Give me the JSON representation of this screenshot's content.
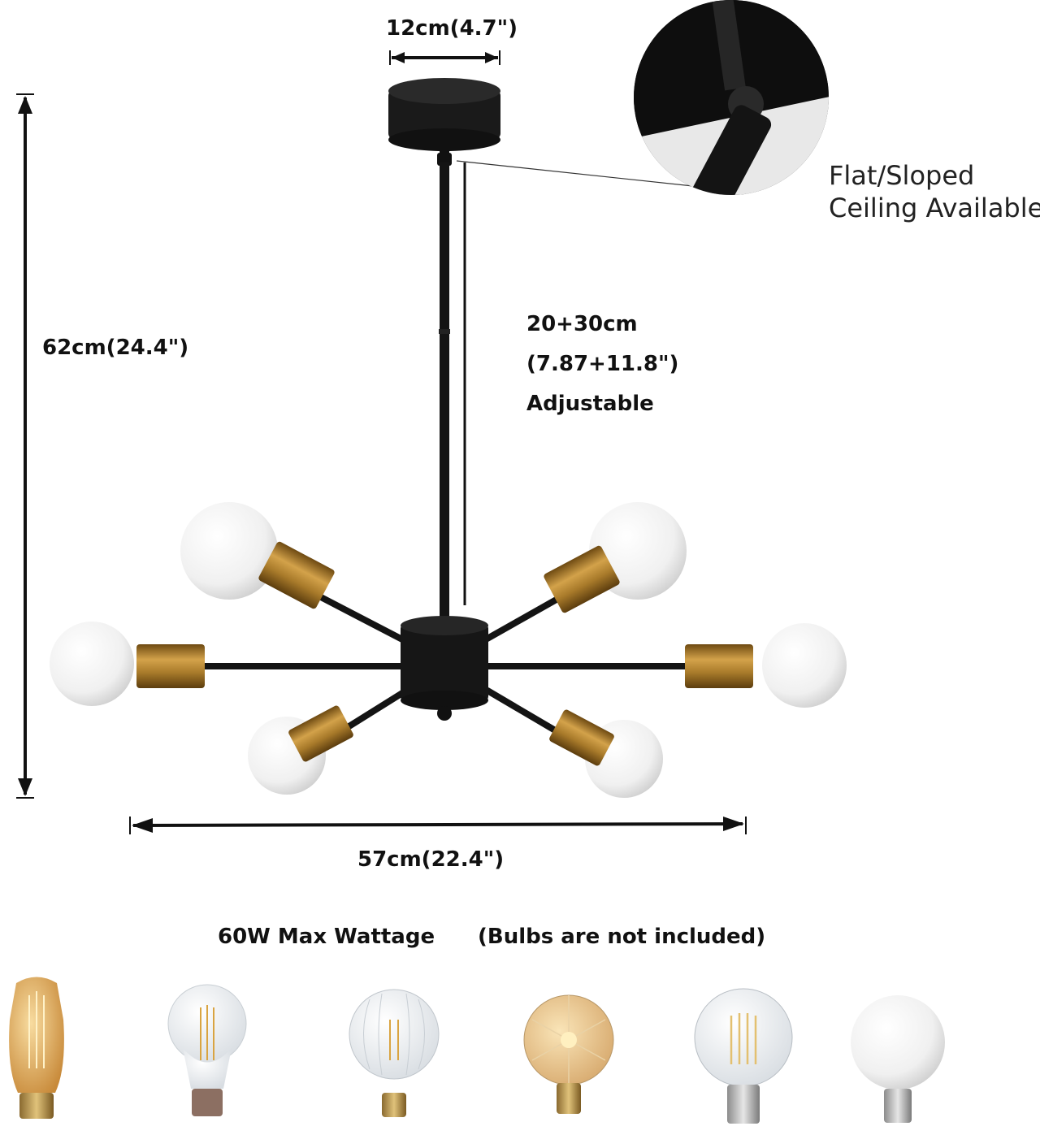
{
  "dimensions": {
    "canopy_width": "12cm(4.7\")",
    "total_height": "62cm(24.4\")",
    "rod_length": [
      "20+30cm",
      "(7.87+11.8\")",
      "Adjustable"
    ],
    "total_width": "57cm(22.4\")"
  },
  "inset": {
    "caption_line1": "Flat/Sloped",
    "caption_line2": "Ceiling Available"
  },
  "bulbs": {
    "wattage": "60W Max Wattage",
    "note": "(Bulbs are not included)"
  },
  "colors": {
    "metal_black": "#141414",
    "brass": "#a87a2a",
    "bulb_white": "#f4f4f4",
    "amber_glass": "#e8b868"
  }
}
